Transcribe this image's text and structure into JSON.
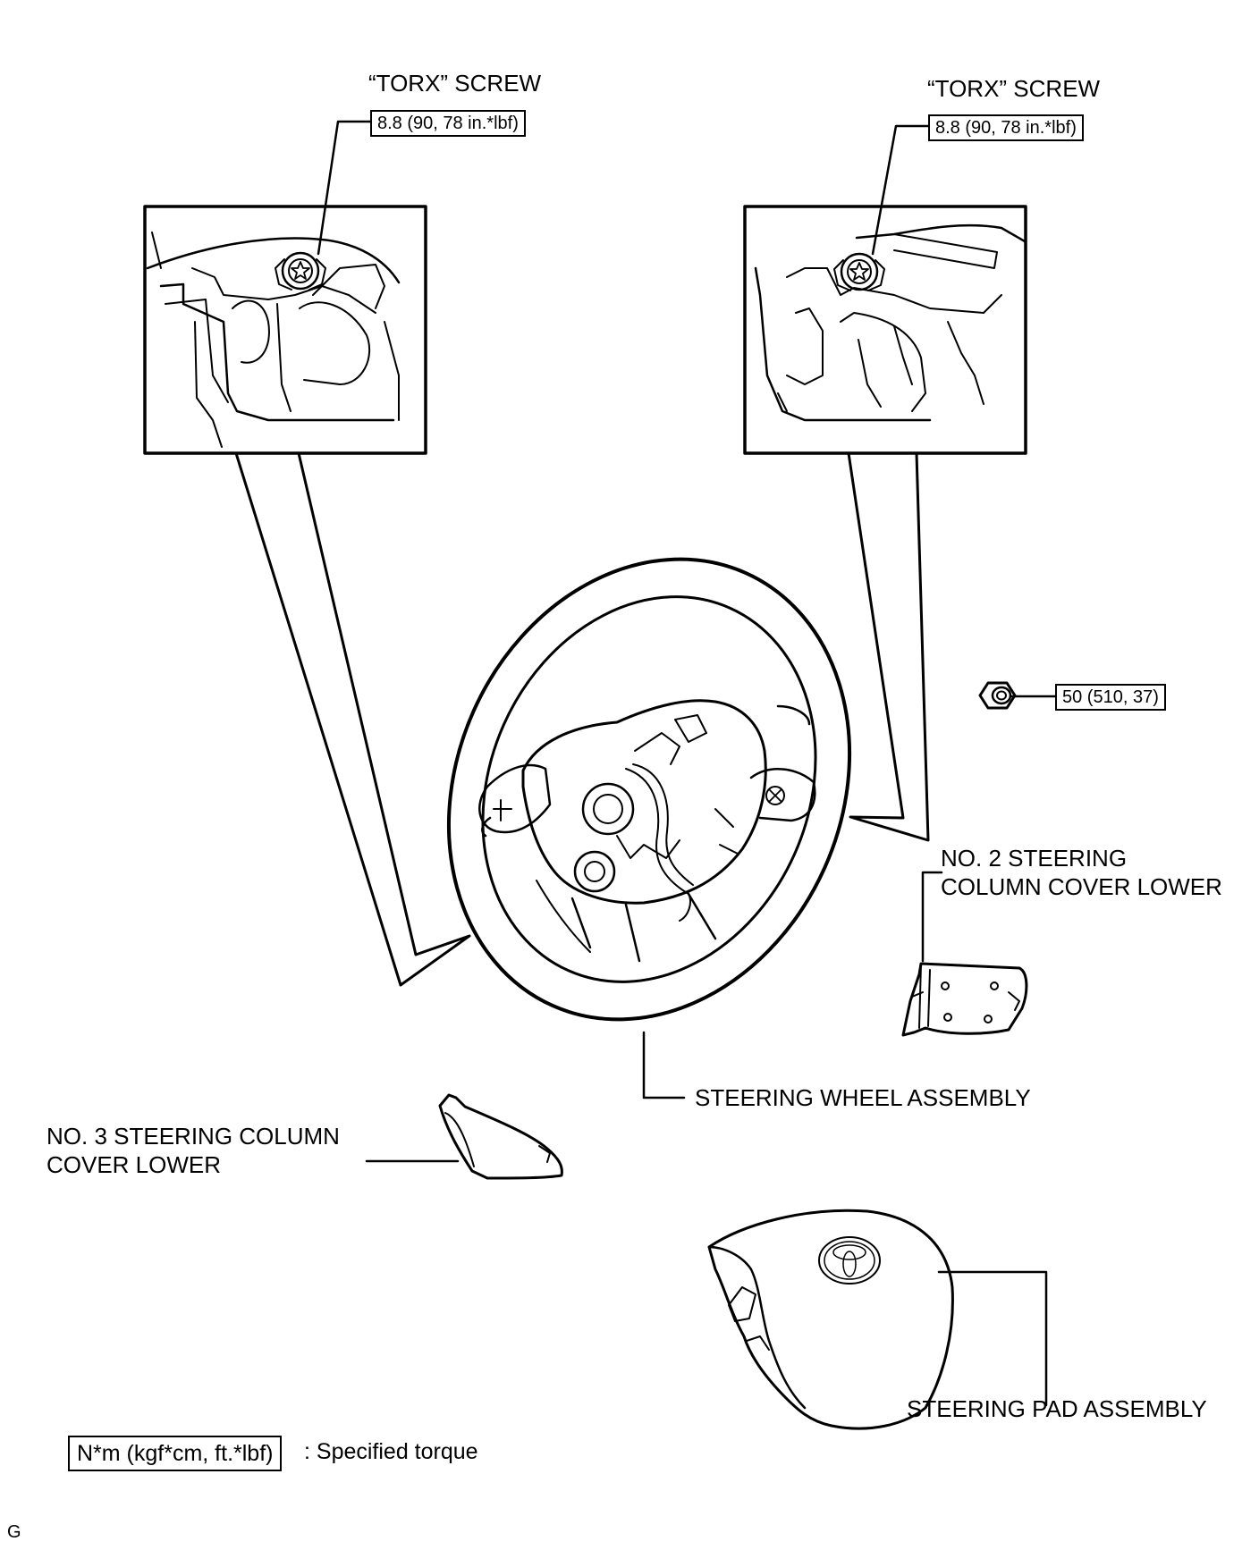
{
  "callouts": {
    "torx_left": {
      "title": "“TORX” SCREW",
      "torque": "8.8 (90, 78 in.*lbf)"
    },
    "torx_right": {
      "title": "“TORX” SCREW",
      "torque": "8.8 (90, 78 in.*lbf)"
    },
    "nut_torque": "50 (510, 37)",
    "steering_wheel": "STEERING WHEEL ASSEMBLY",
    "no2_cover": [
      "NO. 2 STEERING",
      "COLUMN COVER LOWER"
    ],
    "no3_cover": [
      "NO. 3 STEERING COLUMN",
      "COVER LOWER"
    ],
    "steering_pad": "STEERING PAD ASSEMBLY"
  },
  "legend": {
    "box": "N*m (kgf*cm, ft.*lbf)",
    "text": ": Specified torque"
  },
  "corner_mark": "G"
}
